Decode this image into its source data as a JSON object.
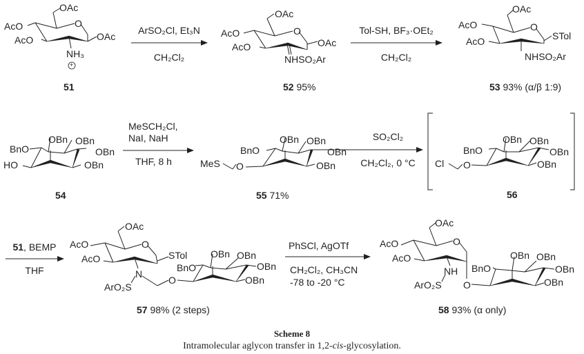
{
  "compounds": {
    "c51": {
      "number": "51",
      "yield": ""
    },
    "c52": {
      "number": "52",
      "yield": "95%"
    },
    "c53": {
      "number": "53",
      "yield": "93% (α/β 1:9)"
    },
    "c54": {
      "number": "54",
      "yield": ""
    },
    "c55": {
      "number": "55",
      "yield": "71%"
    },
    "c56": {
      "number": "56",
      "yield": ""
    },
    "c57": {
      "number": "57",
      "yield": "98% (2 steps)"
    },
    "c58": {
      "number": "58",
      "yield": "93% (α only)"
    }
  },
  "reactions": {
    "r1": {
      "above": "ArSO₂Cl, Et₃N",
      "below": "CH₂Cl₂"
    },
    "r2": {
      "above": "Tol-SH, BF₃·OEt₂",
      "below": "CH₂Cl₂"
    },
    "r3": {
      "above1": "MeSCH₂Cl,",
      "above2": "NaI, NaH",
      "below": "THF, 8 h"
    },
    "r4": {
      "above": "SO₂Cl₂",
      "below": "CH₂Cl₂, 0 °C"
    },
    "r5": {
      "above_num": "51",
      "above_rest": ", BEMP",
      "below": "THF"
    },
    "r6": {
      "above": "PhSCl, AgOTf",
      "below1": "CH₂Cl₂, CH₃CN",
      "below2": "-78 to -20 °C"
    }
  },
  "labels": {
    "oac": "OAc",
    "aco": "AcO",
    "o": "O",
    "nh3": "NH₃",
    "plus": "+",
    "nhso2ar": "NHSO₂Ar",
    "stol": "STol",
    "obn": "OBn",
    "bno": "BnO",
    "ho": "HO",
    "mes": "MeS",
    "cl": "Cl",
    "n": "N",
    "nh": "NH",
    "aro2s": "ArO₂S"
  },
  "caption": {
    "title": "Scheme 8",
    "text_pre": "Intramolecular aglycon transfer in 1,2-",
    "text_italic": "cis",
    "text_post": "-glycosylation."
  }
}
